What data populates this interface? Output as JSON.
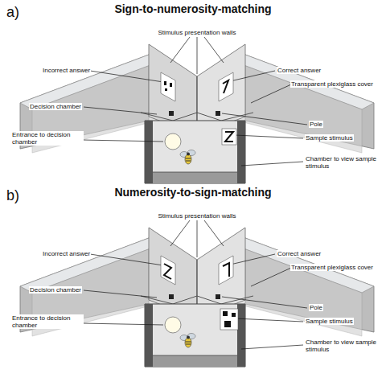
{
  "diagram": {
    "labels": [
      "a)",
      "Sign-to-numerosity-matching",
      "Stimulus presentation walls",
      "Incorrect answer",
      "Correct answer",
      "Transparent plexiglass cover",
      "Decision chamber",
      "Pole",
      "Sample stimulus",
      "Entrance to decision chamber",
      "Chamber to view sample stimulus",
      "b)",
      "Numerosity-to-sign-matching",
      "Stimulus presentation walls",
      "Incorrect answer",
      "Correct answer",
      "Transparent plexiglass cover",
      "Decision chamber",
      "Pole",
      "Sample stimulus",
      "Entrance to decision chamber",
      "Chamber to view sample stimulus"
    ]
  }
}
